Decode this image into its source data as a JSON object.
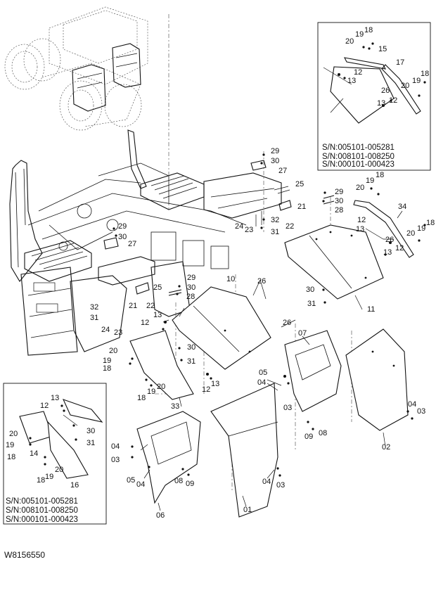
{
  "figure_code": "W8156550",
  "inset_top": {
    "serial_lines": [
      "S/N:005101-005281",
      "S/N:008101-008250",
      "S/N:000101-000423"
    ],
    "labels": [
      "20",
      "19",
      "18",
      "15",
      "12",
      "13",
      "17",
      "20",
      "19",
      "18",
      "26",
      "13",
      "12"
    ]
  },
  "inset_bottom": {
    "serial_lines": [
      "S/N:005101-005281",
      "S/N:008101-008250",
      "S/N:000101-000423"
    ],
    "labels": [
      "13",
      "12",
      "30",
      "31",
      "20",
      "19",
      "18",
      "14",
      "20",
      "19",
      "18",
      "16"
    ]
  },
  "main_labels": [
    "29",
    "30",
    "27",
    "25",
    "21",
    "24",
    "23",
    "32",
    "22",
    "31",
    "29",
    "30",
    "28",
    "20",
    "19",
    "18",
    "34",
    "29",
    "30",
    "27",
    "12",
    "13",
    "26",
    "13",
    "12",
    "20",
    "19",
    "18",
    "29",
    "30",
    "25",
    "28",
    "21",
    "22",
    "32",
    "31",
    "24",
    "23",
    "10",
    "26",
    "30",
    "31",
    "11",
    "13",
    "12",
    "26",
    "07",
    "20",
    "19",
    "18",
    "30",
    "31",
    "12",
    "13",
    "05",
    "04",
    "03",
    "20",
    "19",
    "18",
    "33",
    "04",
    "03",
    "09",
    "08",
    "04",
    "03",
    "05",
    "04",
    "08",
    "09",
    "02",
    "01",
    "06"
  ]
}
